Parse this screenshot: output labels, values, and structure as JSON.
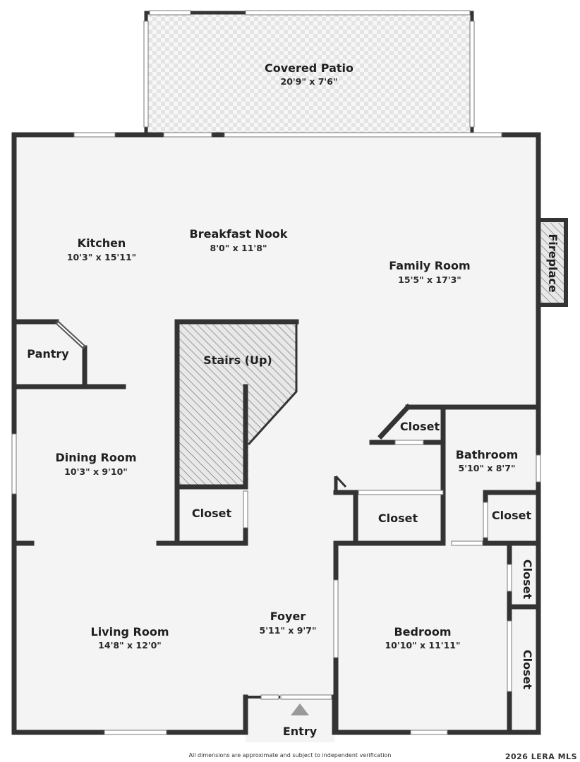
{
  "rooms": {
    "covered_patio": {
      "name": "Covered Patio",
      "dims": "20'9\" x 7'6\""
    },
    "kitchen": {
      "name": "Kitchen",
      "dims": "10'3\" x 15'11\""
    },
    "breakfast_nook": {
      "name": "Breakfast Nook",
      "dims": "8'0\" x 11'8\""
    },
    "family_room": {
      "name": "Family Room",
      "dims": "15'5\" x 17'3\""
    },
    "fireplace": {
      "name": "Fireplace"
    },
    "pantry": {
      "name": "Pantry"
    },
    "stairs": {
      "name": "Stairs (Up)"
    },
    "closet_upper": {
      "name": "Closet"
    },
    "bathroom": {
      "name": "Bathroom",
      "dims": "5'10\" x 8'7\""
    },
    "dining_room": {
      "name": "Dining Room",
      "dims": "10'3\" x 9'10\""
    },
    "closet_stairs": {
      "name": "Closet"
    },
    "closet_hall": {
      "name": "Closet"
    },
    "closet_bath": {
      "name": "Closet"
    },
    "closet_bed_1": {
      "name": "Closet"
    },
    "closet_bed_2": {
      "name": "Closet"
    },
    "foyer": {
      "name": "Foyer",
      "dims": "5'11\" x 9'7\""
    },
    "living_room": {
      "name": "Living Room",
      "dims": "14'8\" x 12'0\""
    },
    "bedroom": {
      "name": "Bedroom",
      "dims": "10'10\" x 11'11\""
    },
    "entry": {
      "name": "Entry"
    }
  },
  "footer": {
    "disclaimer": "All dimensions are approximate and subject to independent verification",
    "copyright": "2026 LERA MLS"
  },
  "colors": {
    "wall": "#333333",
    "floor": "#f4f4f4",
    "window": "#ffffff",
    "text": "#1f1f1f"
  }
}
